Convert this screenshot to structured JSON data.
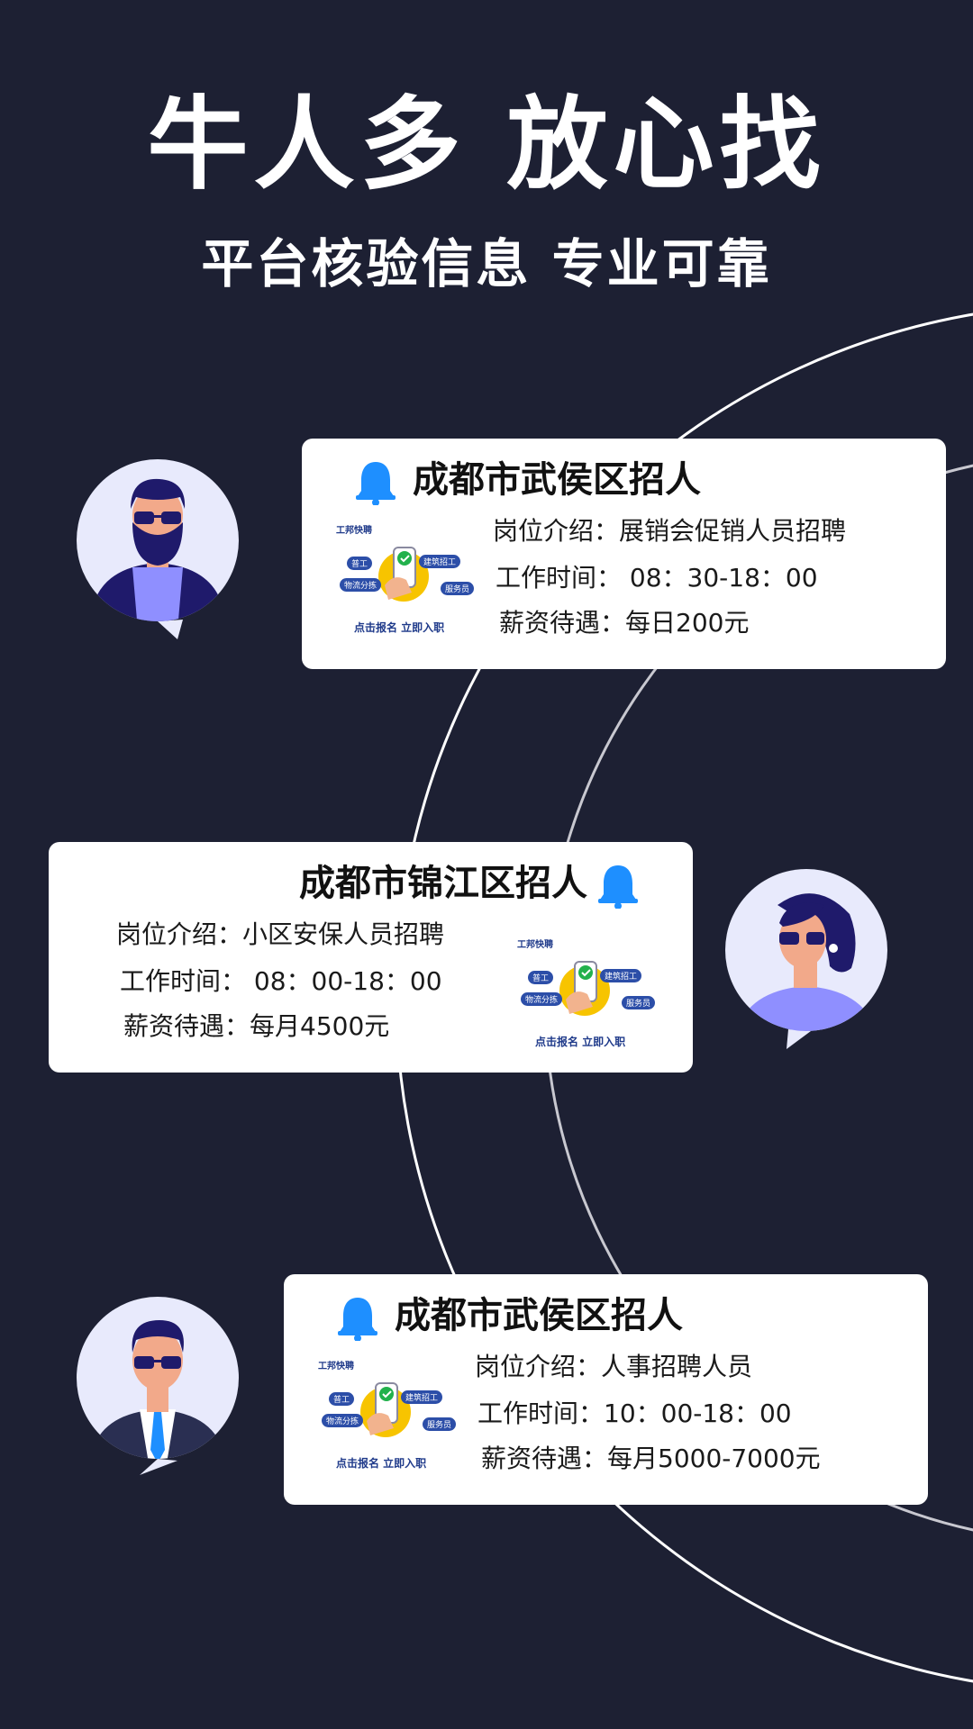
{
  "header": {
    "headline": "牛人多 放心找",
    "subline": "平台核验信息 专业可靠"
  },
  "colors": {
    "background": "#1d2033",
    "accent": "#1e8fff",
    "avatar_bg": "#e8eafc",
    "avatar_shirt": "#8f8fff",
    "avatar_dark": "#1f1a6b"
  },
  "thumb": {
    "brand": "工邦快聘",
    "cta": "点击报名 立即入职",
    "tags": [
      "普工",
      "建筑招工",
      "物流分拣",
      "服务员"
    ]
  },
  "cards": [
    {
      "title": "成都市武侯区招人",
      "intro": "岗位介绍：展销会促销人员招聘",
      "hours": "工作时间： 08：30-18：00",
      "salary": "薪资待遇：每日200元",
      "icon": "bell-icon",
      "avatar": "bearded-man-avatar"
    },
    {
      "title": "成都市锦江区招人",
      "intro": "岗位介绍：小区安保人员招聘",
      "hours": "工作时间： 08：00-18：00",
      "salary": "薪资待遇：每月4500元",
      "icon": "bell-icon",
      "avatar": "woman-avatar"
    },
    {
      "title": "成都市武侯区招人",
      "intro": "岗位介绍：人事招聘人员",
      "hours": "工作时间：10：00-18：00",
      "salary": "薪资待遇：每月5000-7000元",
      "icon": "bell-icon",
      "avatar": "businessman-avatar"
    }
  ]
}
